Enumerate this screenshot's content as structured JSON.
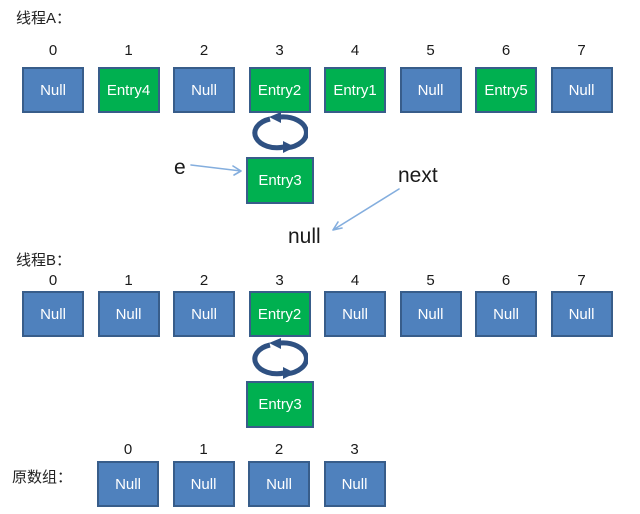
{
  "colors": {
    "cell_blue": "#4f81bd",
    "cell_green": "#00b050",
    "cell_border": "#385d8a",
    "cell_text": "#ffffff",
    "cycle_arrow": "#2f5182",
    "pointer_arrow": "#84aede",
    "text": "#1a1a1a",
    "background": "#ffffff"
  },
  "icons": {
    "cycle": "circular-swap-arrows"
  },
  "thread_a": {
    "label": "线程A：",
    "indices": [
      "0",
      "1",
      "2",
      "3",
      "4",
      "5",
      "6",
      "7"
    ],
    "cells": [
      {
        "label": "Null",
        "variant": "null"
      },
      {
        "label": "Entry4",
        "variant": "entry"
      },
      {
        "label": "Null",
        "variant": "null"
      },
      {
        "label": "Entry2",
        "variant": "entry"
      },
      {
        "label": "Entry1",
        "variant": "entry"
      },
      {
        "label": "Null",
        "variant": "null"
      },
      {
        "label": "Entry5",
        "variant": "entry"
      },
      {
        "label": "Null",
        "variant": "null"
      }
    ],
    "detached_node": "Entry3",
    "e_label": "e",
    "next_label": "next",
    "null_label": "null"
  },
  "thread_b": {
    "label": "线程B：",
    "indices": [
      "0",
      "1",
      "2",
      "3",
      "4",
      "5",
      "6",
      "7"
    ],
    "cells": [
      {
        "label": "Null",
        "variant": "null"
      },
      {
        "label": "Null",
        "variant": "null"
      },
      {
        "label": "Null",
        "variant": "null"
      },
      {
        "label": "Entry2",
        "variant": "entry"
      },
      {
        "label": "Null",
        "variant": "null"
      },
      {
        "label": "Null",
        "variant": "null"
      },
      {
        "label": "Null",
        "variant": "null"
      },
      {
        "label": "Null",
        "variant": "null"
      }
    ],
    "detached_node": "Entry3"
  },
  "original_array": {
    "label": "原数组：",
    "indices": [
      "0",
      "1",
      "2",
      "3"
    ],
    "cells": [
      {
        "label": "Null",
        "variant": "null"
      },
      {
        "label": "Null",
        "variant": "null"
      },
      {
        "label": "Null",
        "variant": "null"
      },
      {
        "label": "Null",
        "variant": "null"
      }
    ]
  }
}
